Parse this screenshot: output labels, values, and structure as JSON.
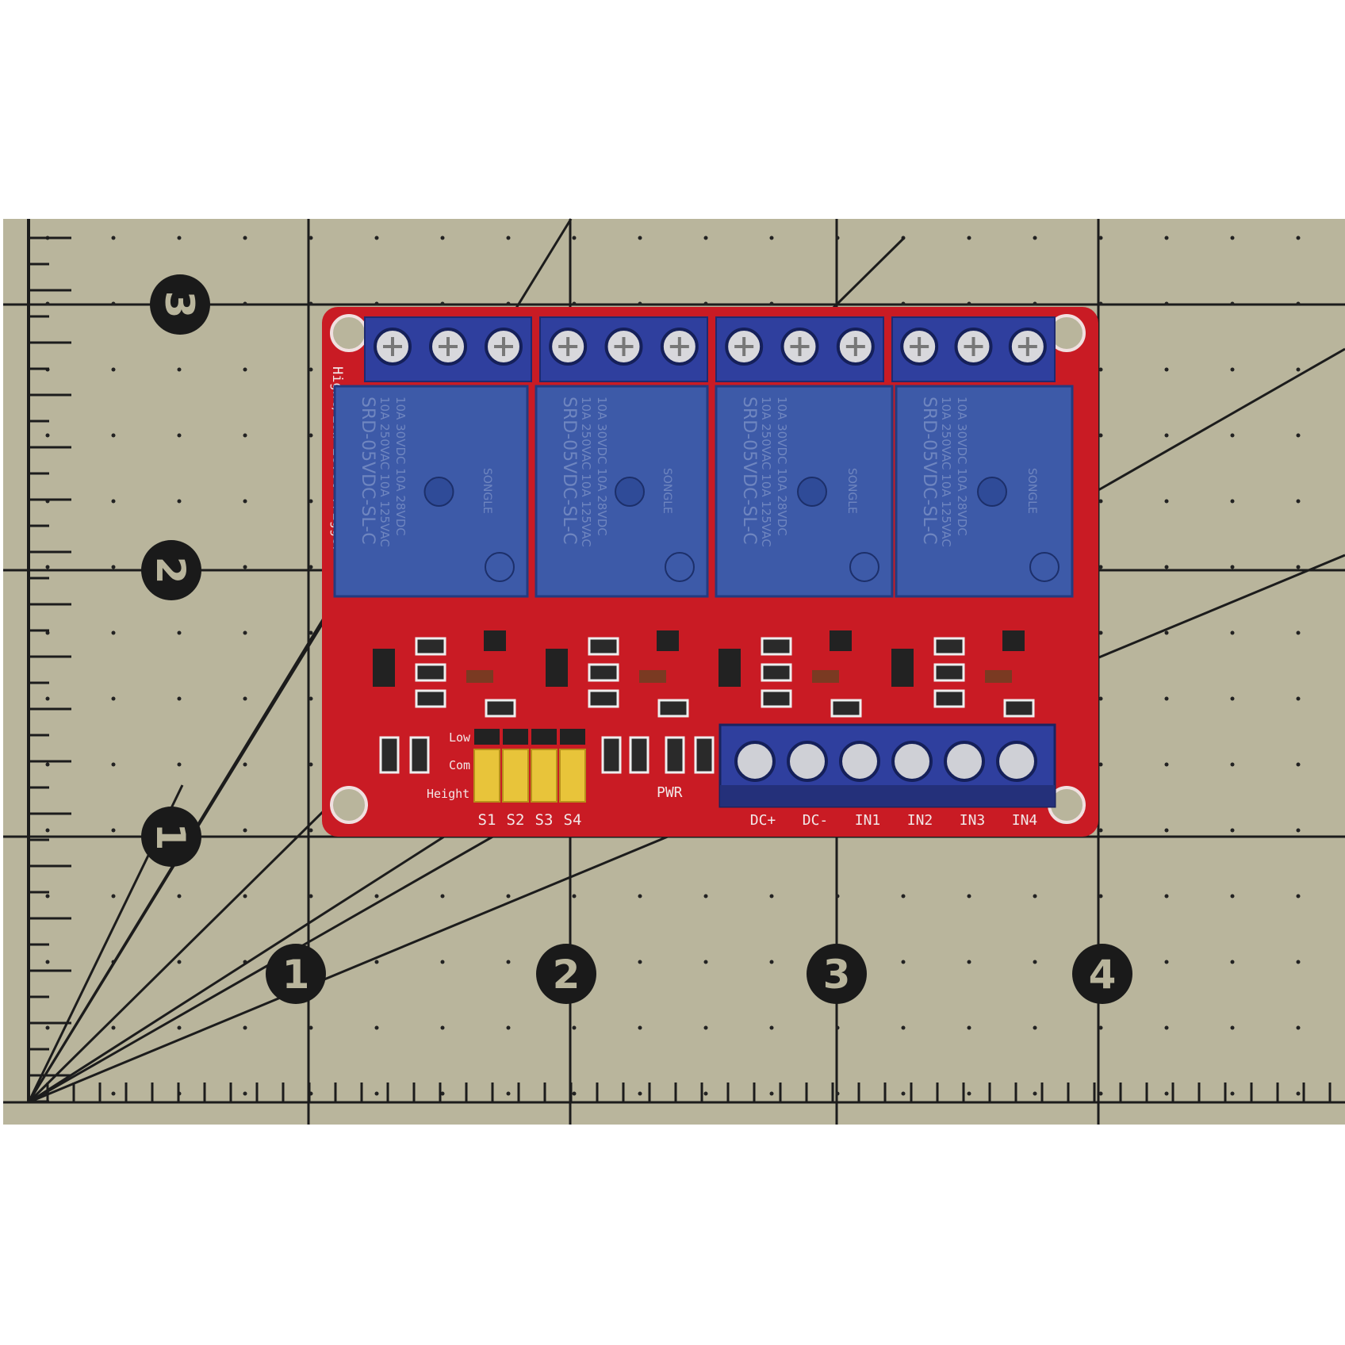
{
  "colors": {
    "mat": "#b9b59c",
    "grid": "#1c1c1c",
    "board": "#c91b24",
    "terminal": "#2f3f9e",
    "relay": "#3d5aa8",
    "jumper": "#e8c43a"
  },
  "mat": {
    "left_ruler_numbers": [
      "3",
      "2",
      "1"
    ],
    "bottom_ruler_numbers": [
      "1",
      "2",
      "3",
      "4"
    ]
  },
  "board": {
    "side_label": "Hight/Low Level Trigger",
    "relays": [
      {
        "model": "SRD-05VDC-SL-C",
        "rating1": "10A 250VAC 10A 125VAC",
        "rating2": "10A 30VDC 10A 28VDC",
        "brand": "SONGLE"
      },
      {
        "model": "SRD-05VDC-SL-C",
        "rating1": "10A 250VAC 10A 125VAC",
        "rating2": "10A 30VDC 10A 28VDC",
        "brand": "SONGLE"
      },
      {
        "model": "SRD-05VDC-SL-C",
        "rating1": "10A 250VAC 10A 125VAC",
        "rating2": "10A 30VDC 10A 28VDC",
        "brand": "SONGLE"
      },
      {
        "model": "SRD-05VDC-SL-C",
        "rating1": "10A 250VAC 10A 125VAC",
        "rating2": "10A 30VDC 10A 28VDC",
        "brand": "SONGLE"
      }
    ],
    "jumper_labels": {
      "low": "Low",
      "com": "Com",
      "high": "Height"
    },
    "switches": [
      "S1",
      "S2",
      "S3",
      "S4"
    ],
    "pwr_label": "PWR",
    "inputs": [
      "DC+",
      "DC-",
      "IN1",
      "IN2",
      "IN3",
      "IN4"
    ]
  }
}
